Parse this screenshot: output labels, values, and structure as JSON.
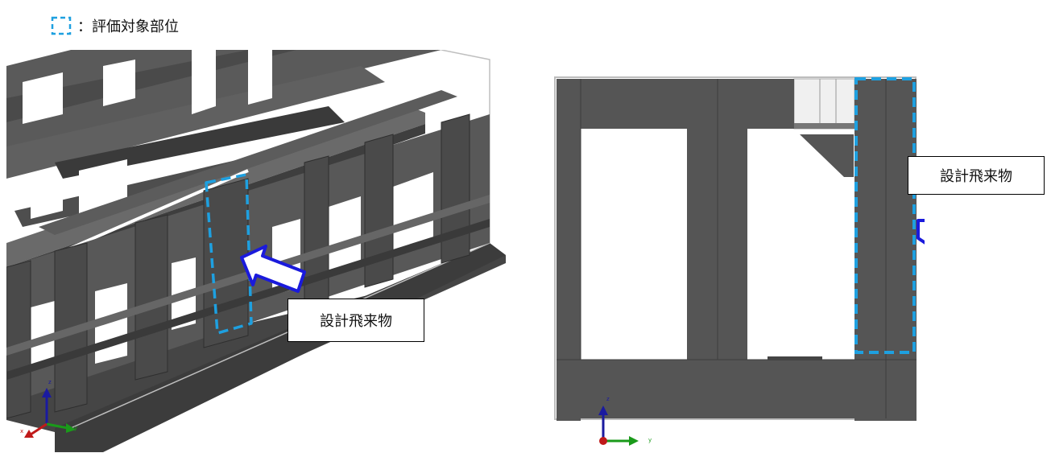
{
  "legend": {
    "label": "：評価対象部位",
    "marker_color": "#1ea0e0"
  },
  "left_view": {
    "callout": "設計飛来物",
    "axes": {
      "z": "z",
      "y": "y",
      "x": "x"
    }
  },
  "right_view": {
    "callout": "設計飛来物",
    "axes": {
      "z": "z",
      "y": "y"
    }
  },
  "colors": {
    "steel": "#555555",
    "steel_dark": "#3c3c3c",
    "highlight": "#1ea0e0",
    "arrow": "#1a1adc"
  }
}
